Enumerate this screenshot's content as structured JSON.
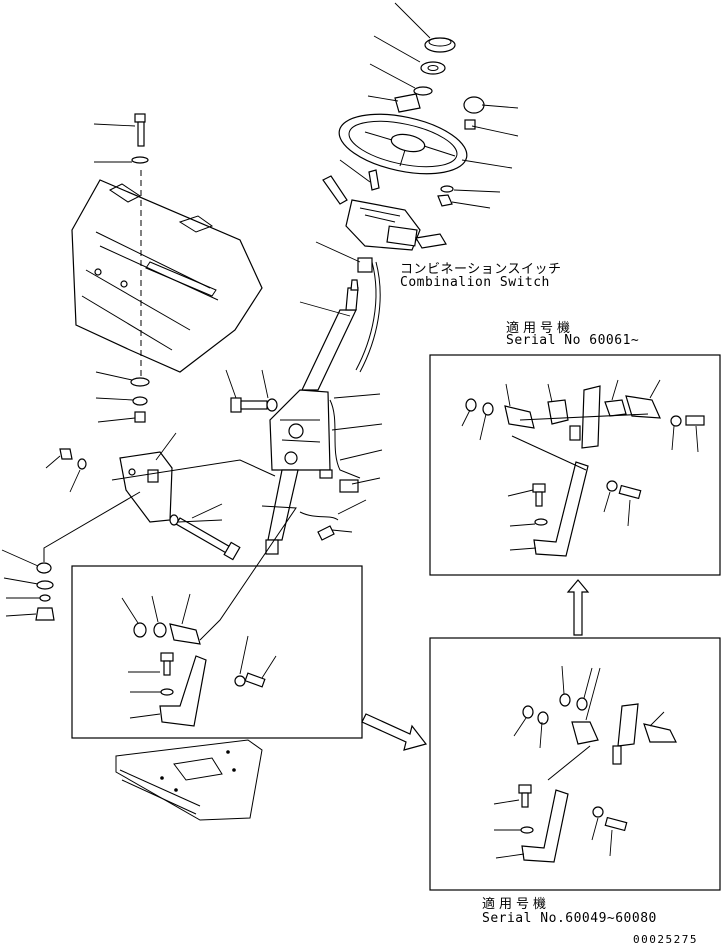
{
  "labels": {
    "combination_switch_jp": "コンビネーションスイッチ",
    "combination_switch_en": "Combinalion Switch",
    "serial_upper_jp": "適用号機",
    "serial_upper_en": "Serial No 60061~",
    "serial_lower_jp": "適用号機",
    "serial_lower_en": "Serial No.60049~60080",
    "drawing_number": "00025275"
  }
}
